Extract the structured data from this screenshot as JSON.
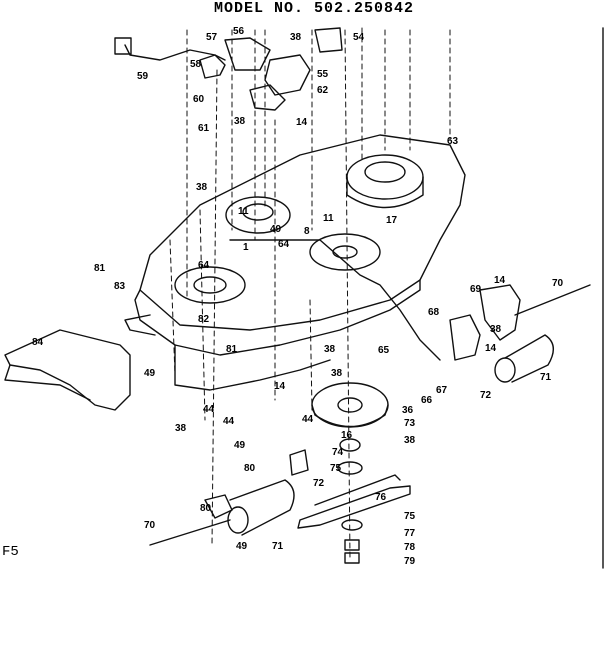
{
  "title": "MODEL NO. 502.250842",
  "figure_label": "F5",
  "part_callouts": [
    "57",
    "56",
    "38",
    "54",
    "59",
    "58",
    "55",
    "60",
    "62",
    "61",
    "38",
    "14",
    "63",
    "38",
    "11",
    "17",
    "11",
    "64",
    "49",
    "1",
    "8",
    "81",
    "64",
    "83",
    "82",
    "70",
    "69",
    "14",
    "68",
    "38",
    "84",
    "81",
    "38",
    "65",
    "14",
    "49",
    "67",
    "71",
    "38",
    "72",
    "44",
    "14",
    "44",
    "36",
    "66",
    "44",
    "38",
    "16",
    "73",
    "49",
    "38",
    "74",
    "80",
    "75",
    "72",
    "76",
    "80",
    "75",
    "70",
    "71",
    "77",
    "49",
    "78",
    "79"
  ],
  "colors": {
    "line": "#111111",
    "background": "#ffffff"
  }
}
